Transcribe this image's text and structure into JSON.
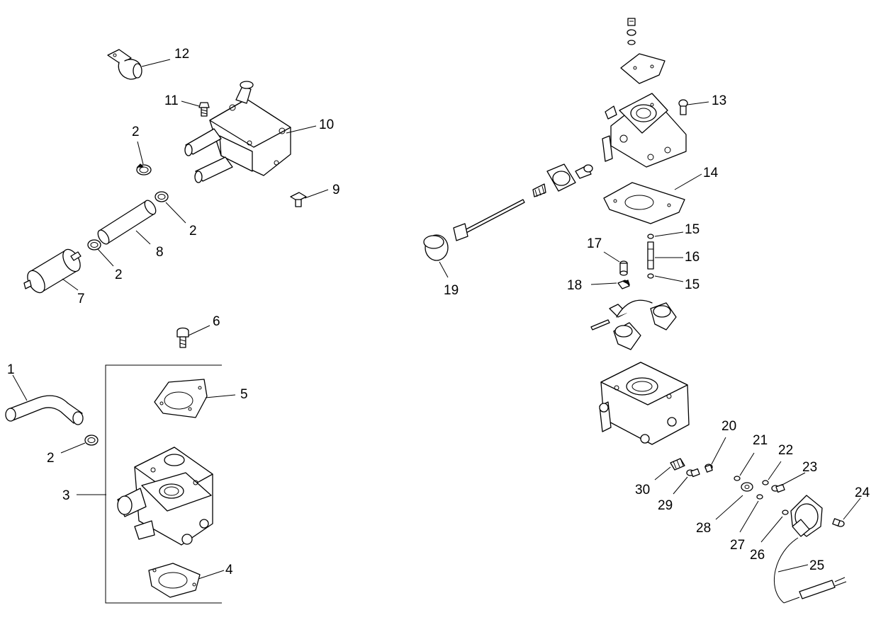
{
  "callouts": {
    "c1": "1",
    "c2a": "2",
    "c2b": "2",
    "c2c": "2",
    "c2d": "2",
    "c3": "3",
    "c4": "4",
    "c5": "5",
    "c6": "6",
    "c7": "7",
    "c8": "8",
    "c9": "9",
    "c10": "10",
    "c11": "11",
    "c12": "12",
    "c13": "13",
    "c14": "14",
    "c15a": "15",
    "c15b": "15",
    "c16": "16",
    "c17": "17",
    "c18": "18",
    "c19": "19",
    "c20": "20",
    "c21": "21",
    "c22": "22",
    "c23": "23",
    "c24": "24",
    "c25": "25",
    "c26": "26",
    "c27": "27",
    "c28": "28",
    "c29": "29",
    "c30": "30"
  }
}
